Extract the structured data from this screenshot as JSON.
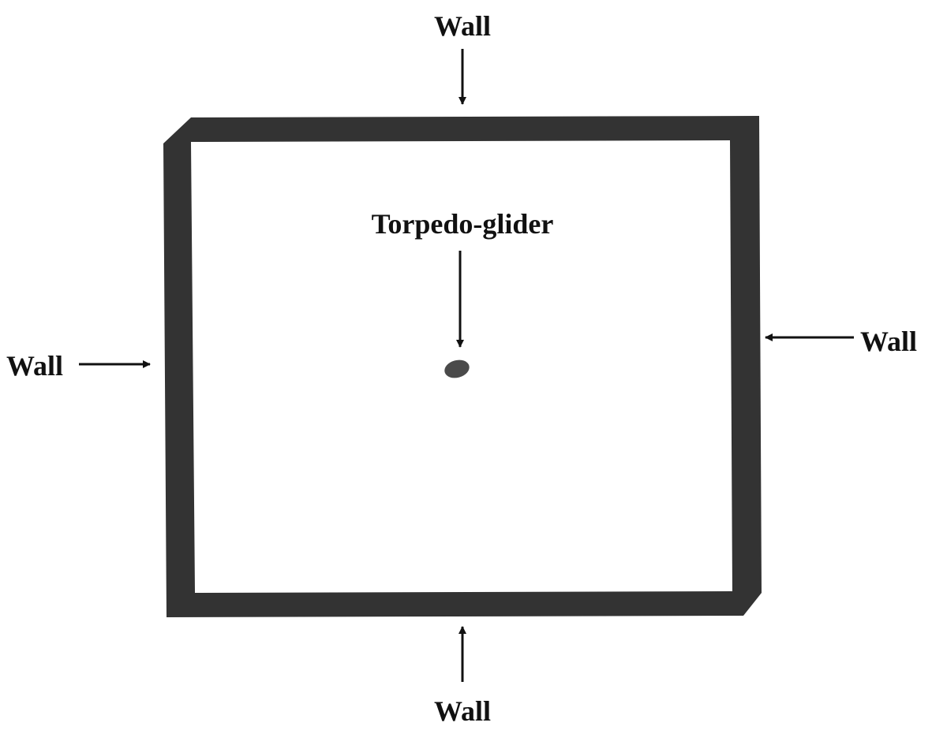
{
  "labels": {
    "top": "Wall",
    "bottom": "Wall",
    "left": "Wall",
    "right": "Wall",
    "center": "Torpedo-glider"
  },
  "colors": {
    "wall": "#333333",
    "arrow": "#111111",
    "glider": "#4a4a4a",
    "text": "#111111"
  }
}
